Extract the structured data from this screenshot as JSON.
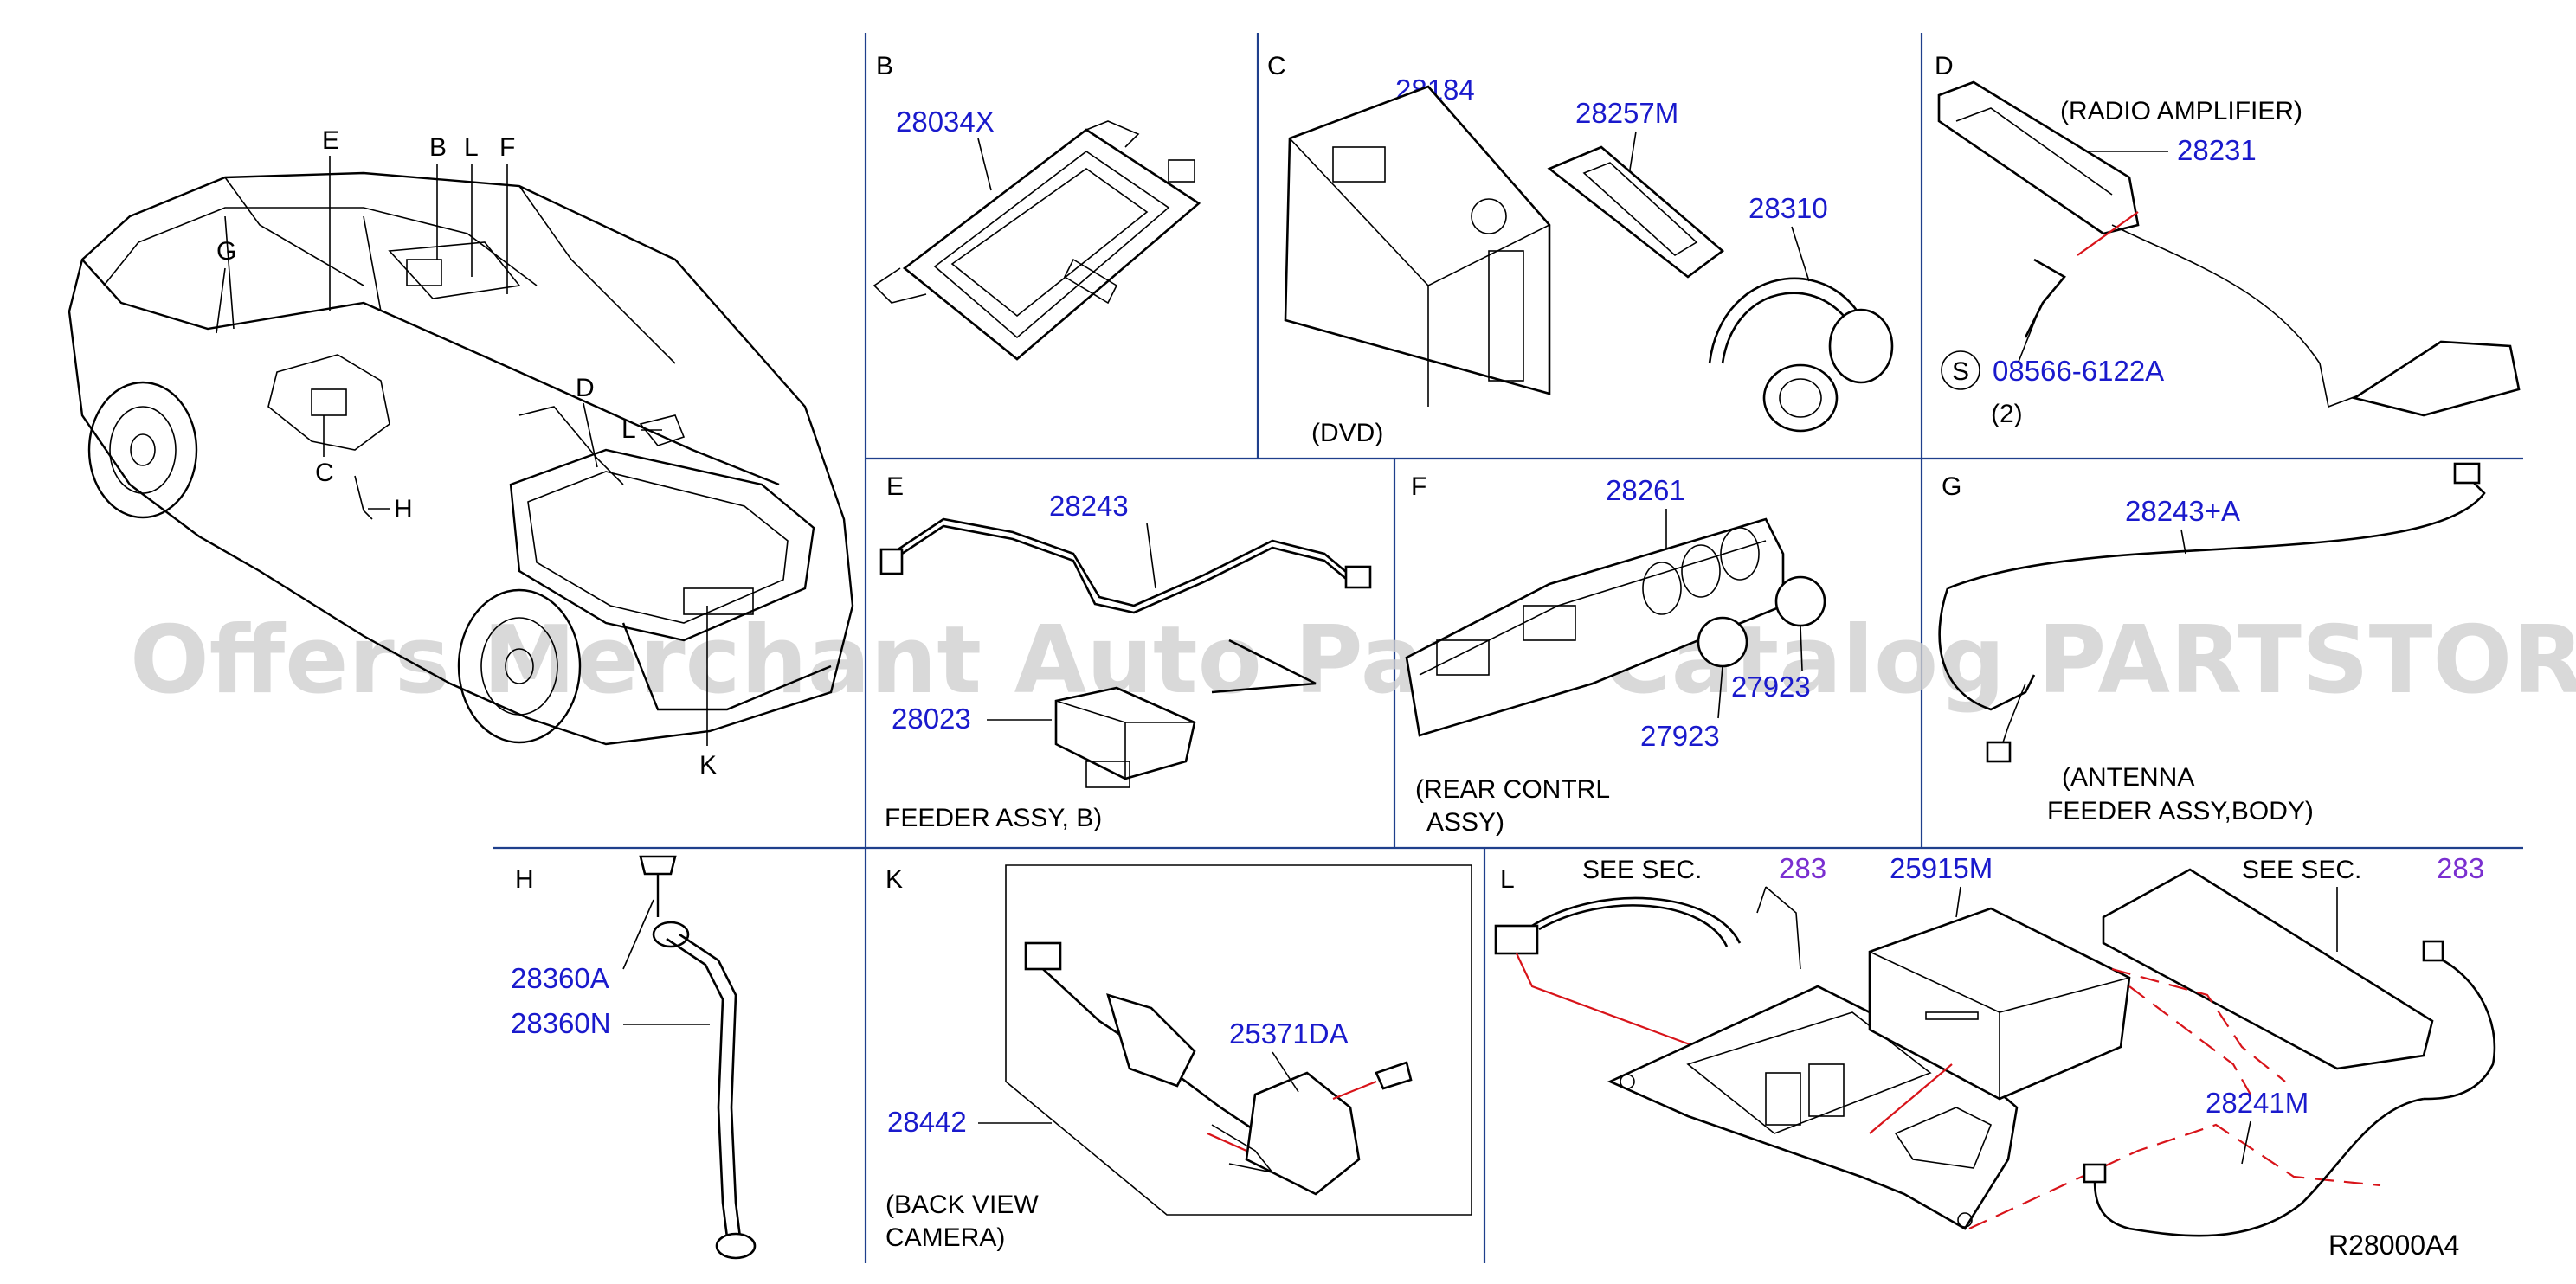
{
  "drawing_code": "R28000A4",
  "watermark": "Offers Merchant Auto Parts Catalog PARTSTORE.SA",
  "colors": {
    "part_number": "#1a1acc",
    "section_ref": "#7a2fd0",
    "leader_red": "#d8141a",
    "divider": "#1f3f8c"
  },
  "overview": {
    "callouts": [
      "E",
      "B",
      "L",
      "F",
      "G",
      "D",
      "L",
      "C",
      "H",
      "K"
    ]
  },
  "panels": {
    "B": {
      "letter": "B",
      "parts": [
        "28034X"
      ]
    },
    "C": {
      "letter": "C",
      "parts": [
        "28184",
        "28257M",
        "28310"
      ],
      "caption": "(DVD)"
    },
    "D": {
      "letter": "D",
      "caption": "(RADIO   AMPLIFIER)",
      "parts": [
        "28231",
        "08566-6122A"
      ],
      "symbol": "S",
      "qty": "(2)"
    },
    "E": {
      "letter": "E",
      "parts": [
        "28243",
        "28023"
      ],
      "caption": "FEEDER   ASSY,  B)"
    },
    "F": {
      "letter": "F",
      "parts": [
        "28261",
        "27923",
        "27923"
      ],
      "caption_line1": "(REAR   CONTRL",
      "caption_line2": "ASSY)"
    },
    "G": {
      "letter": "G",
      "parts": [
        "28243+A"
      ],
      "caption_line1": "(ANTENNA",
      "caption_line2": "FEEDER   ASSY,BODY)"
    },
    "H": {
      "letter": "H",
      "parts": [
        "28360A",
        "28360N"
      ]
    },
    "K": {
      "letter": "K",
      "parts": [
        "25371DA",
        "28442"
      ],
      "caption_line1": "(BACK  VIEW",
      "caption_line2": "CAMERA)"
    },
    "L": {
      "letter": "L",
      "see_text": "SEE   SEC.",
      "section": "283",
      "parts": [
        "25915M",
        "28241M"
      ]
    }
  }
}
